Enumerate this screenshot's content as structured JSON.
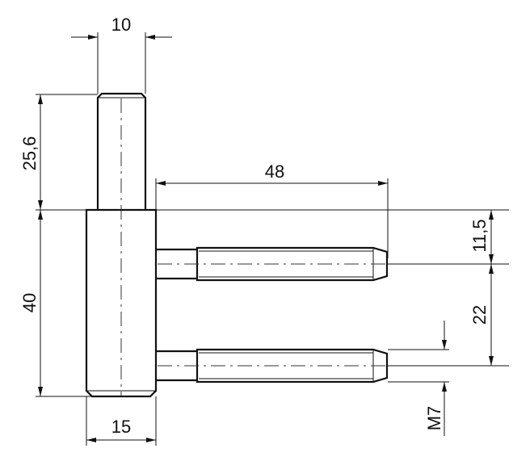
{
  "drawing": {
    "title": "Hinge with two threaded M7 screw pins",
    "dimensions": {
      "pin_diameter": "10",
      "pin_height": "25,6",
      "body_height": "40",
      "body_diameter": "15",
      "screw_length": "48",
      "top_offset": "11,5",
      "screw_spacing": "22",
      "thread": "M7"
    }
  }
}
